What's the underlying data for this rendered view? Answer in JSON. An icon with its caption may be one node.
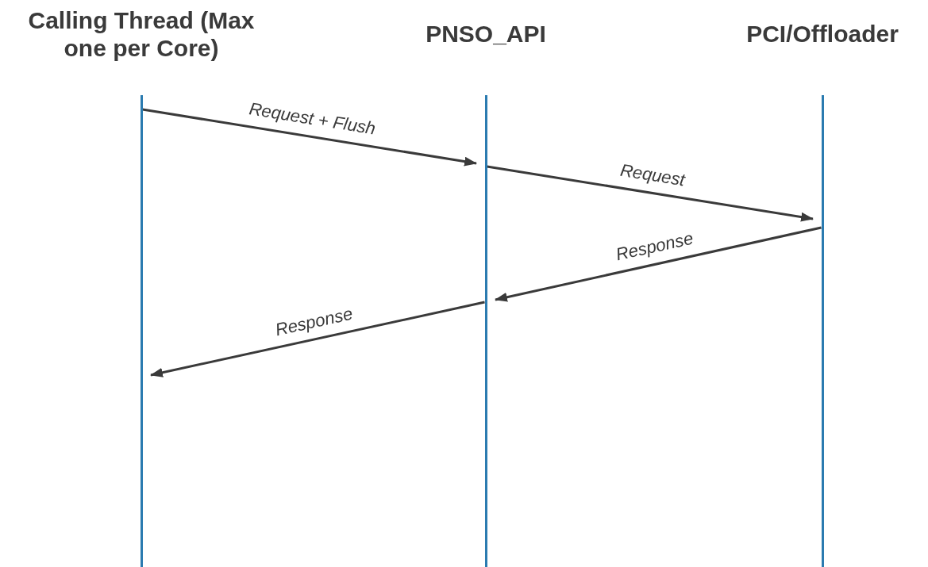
{
  "diagram": {
    "nodes": [
      {
        "text": [
          "Calling Thread (Max one per Core)"
        ]
      },
      {
        "text": [
          "PNSO_API"
        ]
      },
      {
        "text": [
          "PCI/Offloader"
        ]
      }
    ],
    "edges": [
      {
        "from": 0,
        "to": 1,
        "arrow": "to",
        "label": "Request + Flush"
      },
      {
        "from": 1,
        "to": 2,
        "arrow": "to",
        "label": "Request"
      },
      {
        "from": 2,
        "to": 1,
        "arrow": "to",
        "label": "Response"
      },
      {
        "from": 1,
        "to": 0,
        "arrow": "to",
        "label": "Response"
      }
    ]
  }
}
